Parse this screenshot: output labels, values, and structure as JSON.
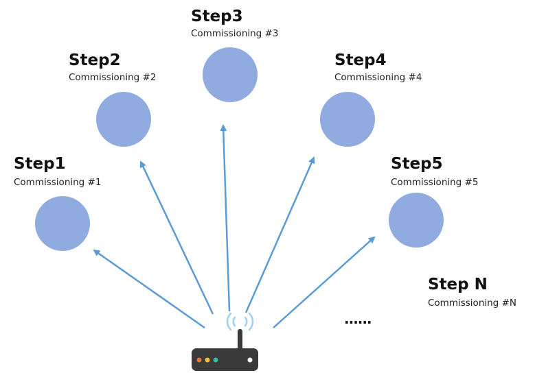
{
  "colors": {
    "node": "#8fabdf",
    "arrow": "#5b9bd5",
    "router_body": "#3a3a3a",
    "wifi": "#9fd0ef",
    "led_colors": [
      "#e8732e",
      "#f2c12e",
      "#2fbf9f"
    ]
  },
  "steps": [
    {
      "title": "Step1",
      "subtitle": "Commissioning #1"
    },
    {
      "title": "Step2",
      "subtitle": "Commissioning #2"
    },
    {
      "title": "Step3",
      "subtitle": "Commissioning #3"
    },
    {
      "title": "Step4",
      "subtitle": "Commissioning #4"
    },
    {
      "title": "Step5",
      "subtitle": "Commissioning #5"
    },
    {
      "title": "Step N",
      "subtitle": "Commissioning #N"
    }
  ],
  "ellipsis": "......",
  "icons": {
    "router": "router-icon",
    "wifi": "wifi-signal-icon"
  }
}
